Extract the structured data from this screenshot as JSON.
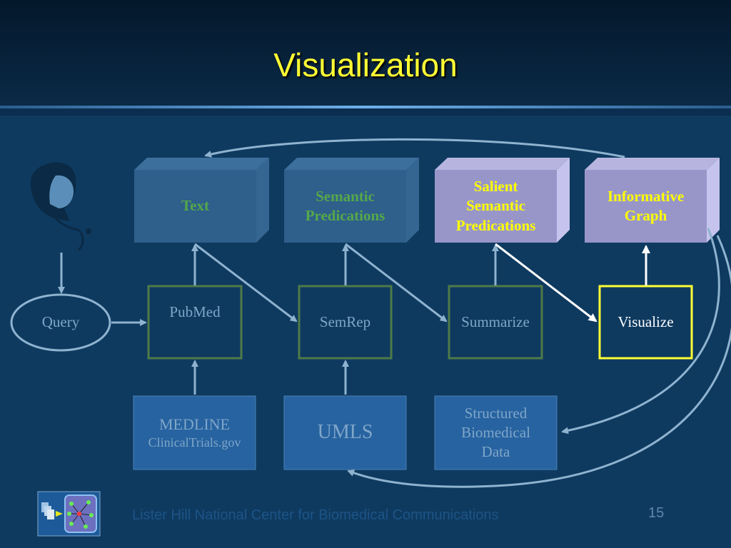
{
  "slide": {
    "title": "Visualization",
    "footer": "Lister Hill National Center for Biomedical Communications",
    "page_number": "15"
  },
  "diagram": {
    "boxes_3d": [
      {
        "id": "text",
        "lines": [
          "Text"
        ],
        "color": "#55a84a",
        "bold": true
      },
      {
        "id": "semantic-predications",
        "lines": [
          "Semantic",
          "Predications"
        ],
        "color": "#55a84a",
        "bold": true
      },
      {
        "id": "salient-semantic-predications",
        "lines": [
          "Salient",
          "Semantic",
          "Predications"
        ],
        "color": "#ffff00",
        "bold": true
      },
      {
        "id": "informative-graph",
        "lines": [
          "Informative",
          "Graph"
        ],
        "color": "#ffff00",
        "bold": true
      }
    ],
    "process_boxes": [
      {
        "id": "pubmed",
        "label": "PubMed"
      },
      {
        "id": "semrep",
        "label": "SemRep"
      },
      {
        "id": "summarize",
        "label": "Summarize"
      },
      {
        "id": "visualize",
        "label": "Visualize",
        "highlighted": true
      }
    ],
    "source_boxes": [
      {
        "id": "medline",
        "lines": [
          "MEDLINE",
          "ClinicalTrials.gov"
        ]
      },
      {
        "id": "umls",
        "lines": [
          "UMLS"
        ]
      },
      {
        "id": "structured-biomedical-data",
        "lines": [
          "Structured",
          "Biomedical",
          "Data"
        ]
      }
    ],
    "query_label": "Query"
  }
}
